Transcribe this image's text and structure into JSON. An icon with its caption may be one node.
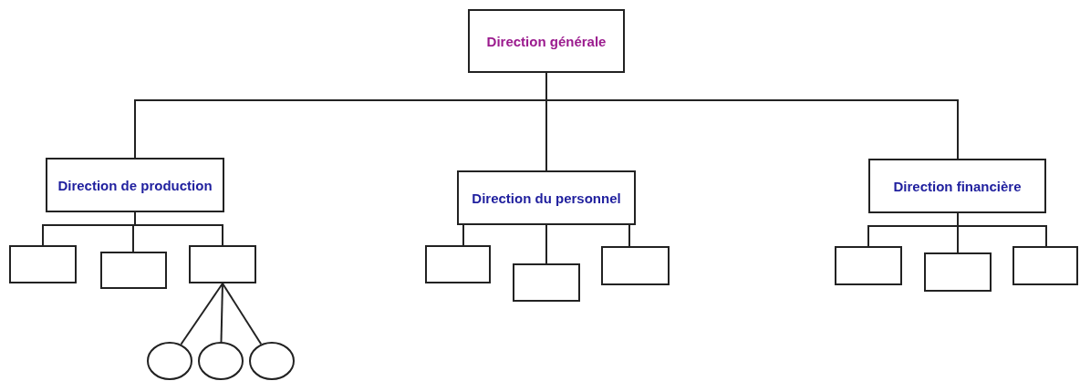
{
  "diagram": {
    "nodes": [
      {
        "text": [
          "Direction générale"
        ]
      },
      {
        "text": [
          "Direction de production"
        ]
      },
      {
        "text": [
          "Direction du personnel"
        ]
      },
      {
        "text": [
          "Direction financière"
        ]
      },
      {
        "text": [],
        "shape": "box"
      },
      {
        "text": [],
        "shape": "box"
      },
      {
        "text": [],
        "shape": "box"
      },
      {
        "text": [],
        "shape": "box"
      },
      {
        "text": [],
        "shape": "box"
      },
      {
        "text": [],
        "shape": "box"
      },
      {
        "text": [],
        "shape": "box"
      },
      {
        "text": [],
        "shape": "box"
      },
      {
        "text": [],
        "shape": "box"
      },
      {
        "text": [],
        "shape": "circle"
      },
      {
        "text": [],
        "shape": "circle"
      },
      {
        "text": [],
        "shape": "circle"
      }
    ],
    "edges": [
      {
        "from": 0,
        "to": 1,
        "arrow": "none"
      },
      {
        "from": 0,
        "to": 2,
        "arrow": "none"
      },
      {
        "from": 0,
        "to": 3,
        "arrow": "none"
      },
      {
        "from": 1,
        "to": 4,
        "arrow": "none"
      },
      {
        "from": 1,
        "to": 5,
        "arrow": "none"
      },
      {
        "from": 1,
        "to": 6,
        "arrow": "none"
      },
      {
        "from": 2,
        "to": 7,
        "arrow": "none"
      },
      {
        "from": 2,
        "to": 8,
        "arrow": "none"
      },
      {
        "from": 2,
        "to": 9,
        "arrow": "none"
      },
      {
        "from": 3,
        "to": 10,
        "arrow": "none"
      },
      {
        "from": 3,
        "to": 11,
        "arrow": "none"
      },
      {
        "from": 3,
        "to": 12,
        "arrow": "none"
      },
      {
        "from": 6,
        "to": 13,
        "arrow": "none"
      },
      {
        "from": 6,
        "to": 14,
        "arrow": "none"
      },
      {
        "from": 6,
        "to": 15,
        "arrow": "none"
      }
    ]
  }
}
